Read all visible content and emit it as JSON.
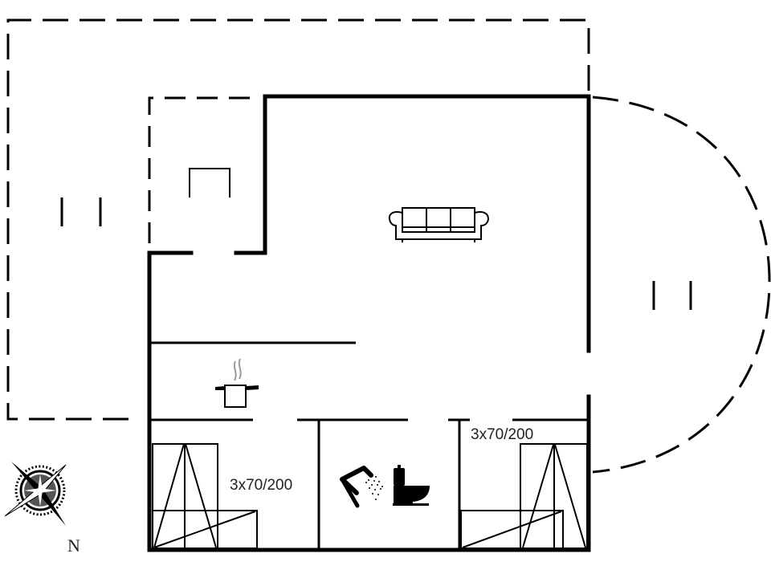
{
  "floorplan": {
    "bedroom_left": {
      "label": "3x70/200"
    },
    "bedroom_right": {
      "label": "3x70/200"
    },
    "compass": {
      "north_label": "N"
    },
    "colors": {
      "wall": "#000000",
      "background": "#ffffff"
    },
    "icons": [
      "sofa-icon",
      "cooking-pot-icon",
      "shower-icon",
      "toilet-icon",
      "compass-rose-icon",
      "bunk-bed-icon",
      "fireplace-icon"
    ]
  }
}
